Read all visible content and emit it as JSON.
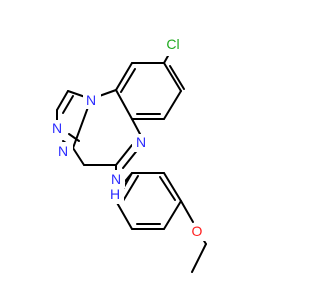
{
  "colors": {
    "bond": "#000000",
    "chlorine": "#1FAA1F",
    "nitrogen": "#2B2BFF",
    "oxygen": "#FF1E1E"
  },
  "atoms": {
    "cl": "Cl",
    "n1": "N",
    "n2": "N",
    "n3": "N",
    "n4": "N",
    "nh": "N",
    "h": "H",
    "o": "O"
  }
}
